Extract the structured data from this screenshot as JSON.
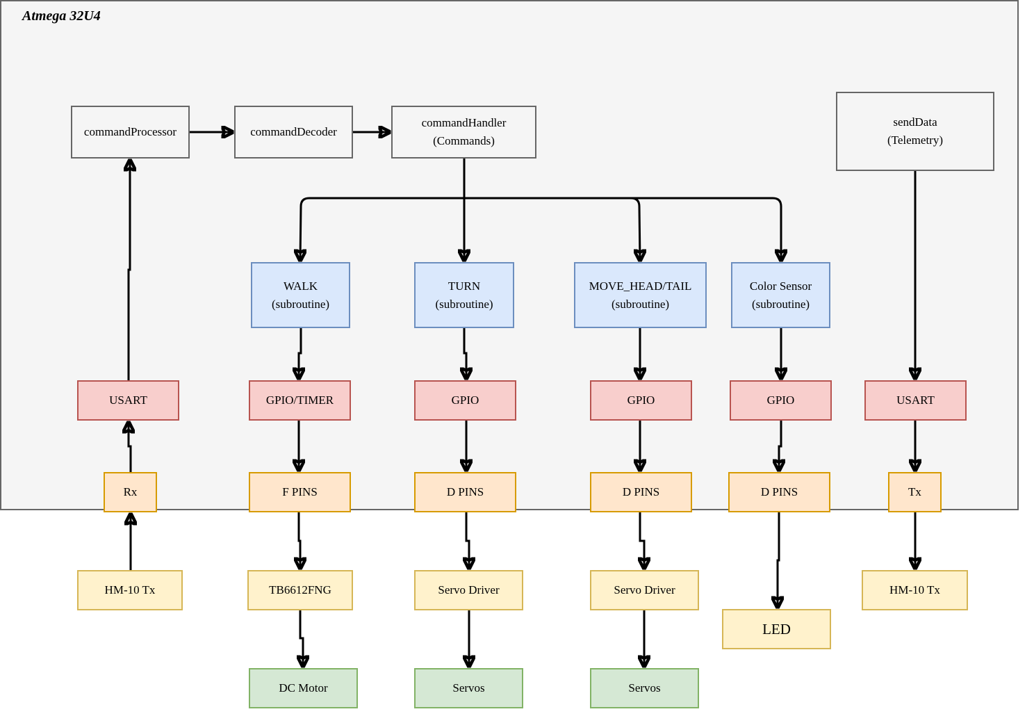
{
  "container": {
    "title": "Atmega 32U4"
  },
  "software": {
    "command_processor": "commandProcessor",
    "command_decoder": "commandDecoder",
    "command_handler": [
      "commandHandler",
      "(Commands)"
    ],
    "send_data": [
      "sendData",
      "(Telemetry)"
    ]
  },
  "subroutines": {
    "walk": [
      "WALK",
      "(subroutine)"
    ],
    "turn": [
      "TURN",
      "(subroutine)"
    ],
    "move_head_tail": [
      "MOVE_HEAD/TAIL",
      "(subroutine)"
    ],
    "color_sensor": [
      "Color Sensor",
      "(subroutine)"
    ]
  },
  "peripherals": {
    "usart_rx": "USART",
    "gpio_timer": "GPIO/TIMER",
    "gpio_turn": "GPIO",
    "gpio_head": "GPIO",
    "gpio_color": "GPIO",
    "usart_tx": "USART"
  },
  "pins": {
    "rx": "Rx",
    "f_pins": "F PINS",
    "d_pins_turn": "D PINS",
    "d_pins_head": "D PINS",
    "d_pins_color": "D PINS",
    "tx": "Tx"
  },
  "external": {
    "hm10_rx": "HM-10 Tx",
    "tb6612fng": "TB6612FNG",
    "servo_driver_turn": "Servo Driver",
    "servo_driver_head": "Servo Driver",
    "led": "LED",
    "hm10_tx": "HM-10 Tx"
  },
  "actuators": {
    "dc_motor": "DC Motor",
    "servos_turn": "Servos",
    "servos_head": "Servos"
  },
  "colors": {
    "software": "#f5f5f5",
    "subroutine": "#dae8fc",
    "peripheral": "#f8cecc",
    "pins": "#ffe6cc",
    "external": "#fff2cc",
    "actuator": "#d5e8d4"
  }
}
